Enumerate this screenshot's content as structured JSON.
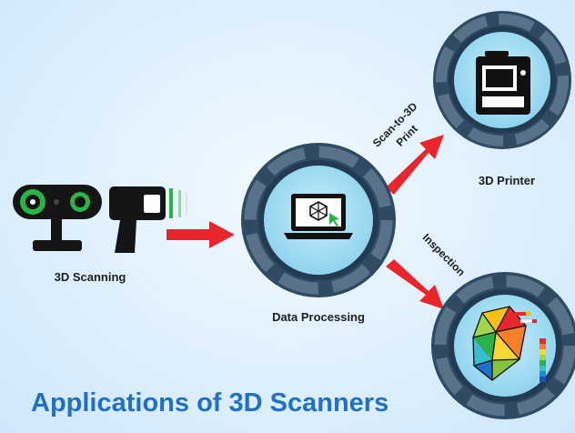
{
  "title": "Applications of 3D Scanners",
  "nodes": {
    "scanning": {
      "label": "3D Scanning",
      "icon": "3d-scanner-devices-icon"
    },
    "processing": {
      "label": "Data Processing",
      "icon": "laptop-3d-model-icon"
    },
    "printer": {
      "label": "3D Printer",
      "icon": "3d-printer-icon"
    },
    "inspection": {
      "label": "",
      "icon": "3d-inspection-color-map-icon"
    }
  },
  "edges": {
    "print": {
      "label_line1": "Scan-to-3D",
      "label_line2": "Print"
    },
    "inspection": {
      "label": "Inspection"
    }
  },
  "colors": {
    "arrow": "#e8262b",
    "ring": "#2f4a63",
    "ring_segment": "#5a7289",
    "inner_disc": "#a6dff5",
    "title": "#2170c4"
  }
}
